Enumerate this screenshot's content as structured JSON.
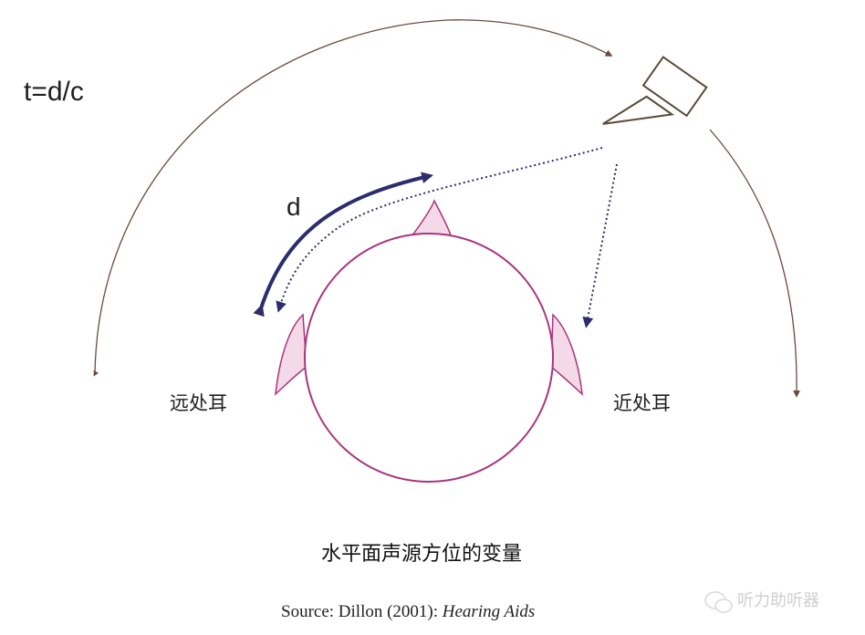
{
  "formula": "t=d/c",
  "distance_label": "d",
  "far_ear_label": "远处耳",
  "near_ear_label": "近处耳",
  "caption": "水平面声源方位的变量",
  "source": {
    "prefix": "Source:  Dillon (2001): ",
    "title": "Hearing Aids"
  },
  "watermark": "听力助听器",
  "colors": {
    "head_outline": "#a8357e",
    "head_fill": "#ffffff",
    "nose_fill": "#f4d9e8",
    "arc": "#6b4a3a",
    "path_arrow": "#2b2d6e",
    "speaker": "#5a4a35"
  },
  "icons": {
    "speaker": "loudspeaker-icon",
    "watermark": "wechat-icon"
  }
}
